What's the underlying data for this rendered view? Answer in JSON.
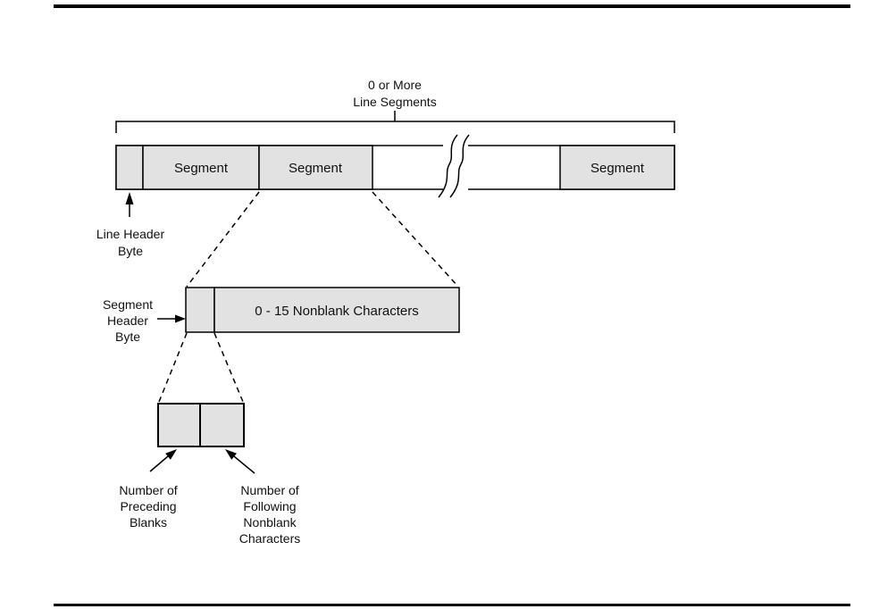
{
  "colors": {
    "box_fill": "#e2e2e2",
    "line": "#000000",
    "text": "#111111",
    "page_bg": "#ffffff"
  },
  "brace": {
    "label_line1": "0 or More",
    "label_line2": "Line Segments"
  },
  "main_bar": {
    "segment1": "Segment",
    "segment2": "Segment",
    "segment3": "Segment"
  },
  "line_header": {
    "line1": "Line Header",
    "line2": "Byte"
  },
  "segment_header": {
    "line1": "Segment",
    "line2": "Header",
    "line3": "Byte"
  },
  "middle_bar": {
    "label": "0 - 15 Nonblank Characters"
  },
  "bottom_labels": {
    "preceding": {
      "line1": "Number of",
      "line2": "Preceding",
      "line3": "Blanks"
    },
    "following": {
      "line1": "Number of",
      "line2": "Following",
      "line3": "Nonblank",
      "line4": "Characters"
    }
  }
}
